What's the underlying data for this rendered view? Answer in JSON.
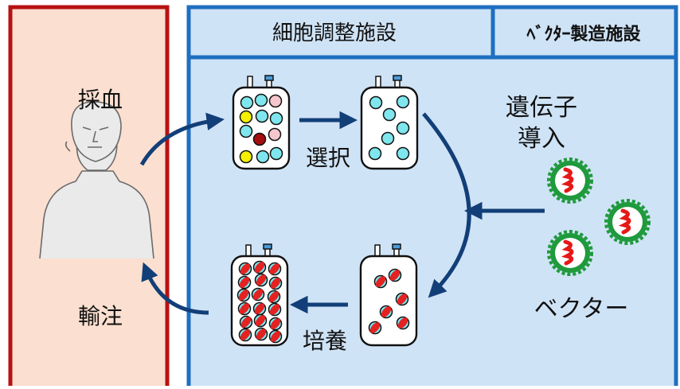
{
  "headers": {
    "cell_facility": "細胞調整施設",
    "vector_facility": "ﾍﾞｸﾀｰ製造施設"
  },
  "labels": {
    "blood_collection": "採血",
    "infusion": "輸注",
    "selection": "選択",
    "culture": "培養",
    "gene_transfer_line1": "遺伝子",
    "gene_transfer_line2": "導入",
    "vector": "ベクター"
  },
  "colors": {
    "patient_panel_fill": "#fbdfd0",
    "patient_panel_border": "#b81212",
    "facility_fill": "#cfe3f6",
    "facility_border": "#1f6fc0",
    "arrow": "#123f78",
    "cell_cyan": "#7fe6ee",
    "cell_pink": "#f5c7cc",
    "cell_yellow": "#f4f000",
    "cell_darkred": "#a60d0d",
    "cell_red": "#e42222",
    "vector_green": "#1f9a3c",
    "vector_red": "#e61818"
  },
  "icons": {
    "patient": "person-silhouette-icon",
    "bag": "cell-culture-bag-icon",
    "vector": "viral-vector-icon"
  }
}
